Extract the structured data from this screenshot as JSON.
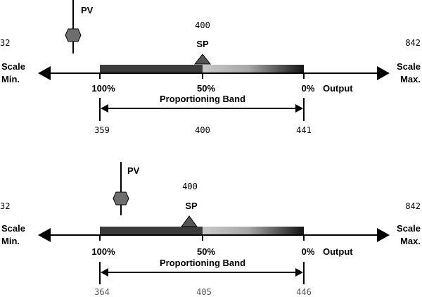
{
  "colors": {
    "bar_dark": "#3c3c3c",
    "bar_light": "#c8c8c8",
    "bar_black": "#141414",
    "marker": "#6e6e6e",
    "line": "#000000"
  },
  "panels": [
    {
      "pv_label": "PV",
      "sp_label": "SP",
      "sp_value": "400",
      "scale_min_value": "32",
      "scale_max_value": "842",
      "scale_min_label": [
        "Scale",
        "Min."
      ],
      "scale_max_label": [
        "Scale",
        "Max."
      ],
      "pct_100": "100%",
      "pct_50": "50%",
      "pct_0": "0%",
      "output_label": "Output",
      "band_label": "Proportioning Band",
      "band_low": "359",
      "band_mid": "400",
      "band_high": "441"
    },
    {
      "pv_label": "PV",
      "sp_label": "SP",
      "sp_value": "400",
      "scale_min_value": "32",
      "scale_max_value": "842",
      "scale_min_label": [
        "Scale",
        "Min."
      ],
      "scale_max_label": [
        "Scale",
        "Max."
      ],
      "pct_100": "100%",
      "pct_50": "50%",
      "pct_0": "0%",
      "output_label": "Output",
      "band_label": "Proportioning Band",
      "band_low": "364",
      "band_mid": "405",
      "band_high": "446"
    }
  ]
}
